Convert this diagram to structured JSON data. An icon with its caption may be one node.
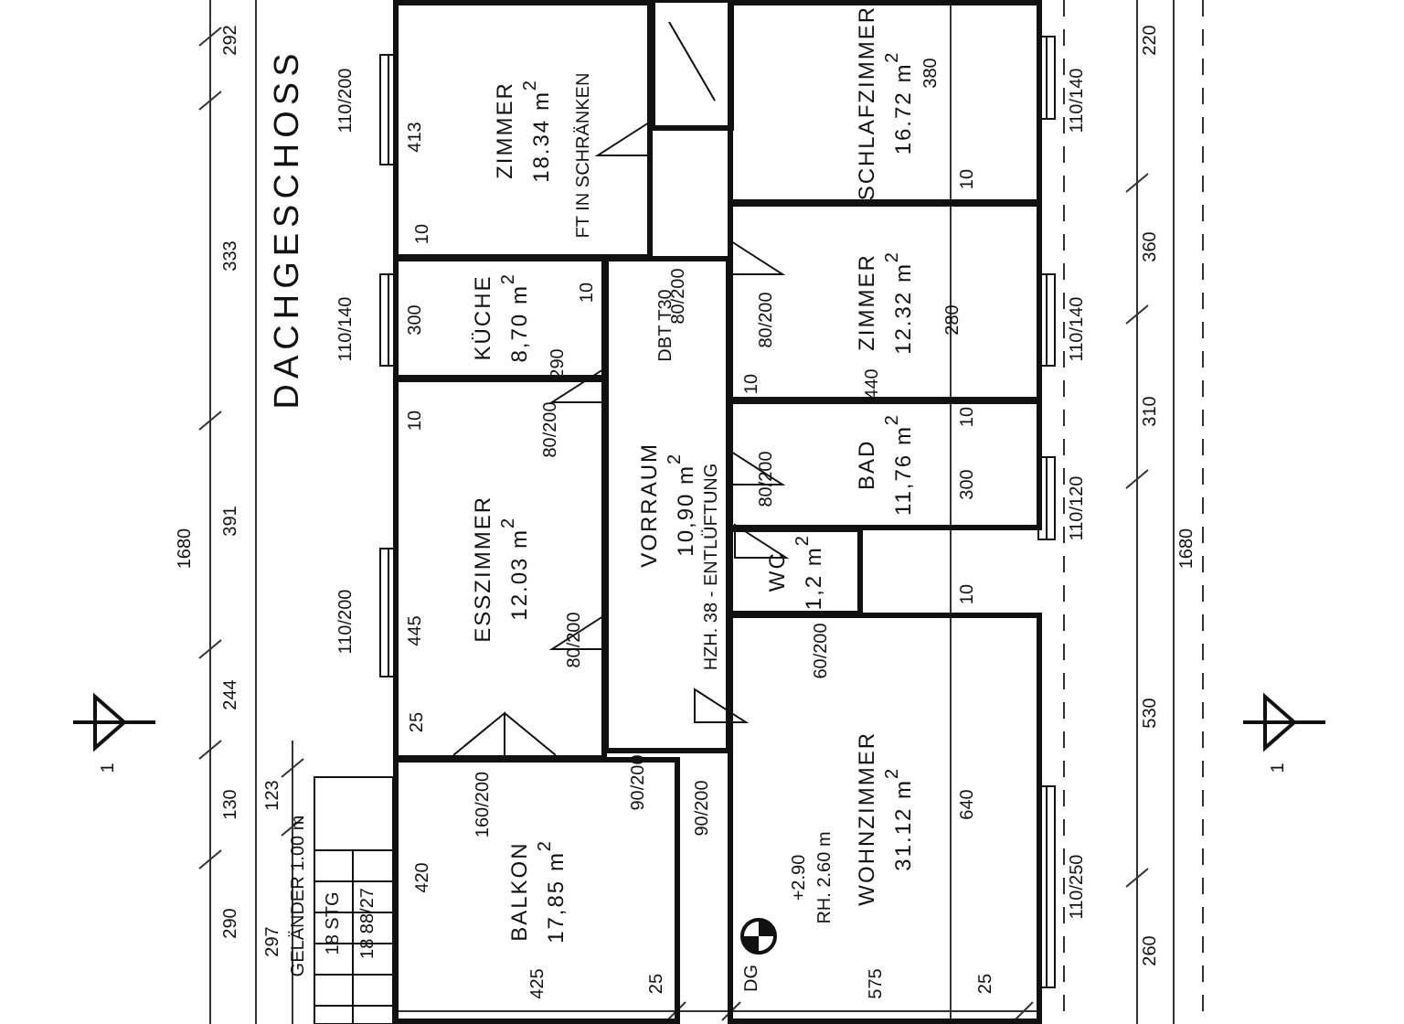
{
  "diagram": {
    "title": "DACHGESCHOSS",
    "nodes": [
      {
        "text": [
          "ZIMMER",
          "18.34 m$^{2}$"
        ]
      },
      {
        "text": [
          "SCHLAFZIMMER",
          "16.72 m$^{2}$"
        ]
      },
      {
        "text": [
          "KÜCHE",
          "8,70 m$^{2}$"
        ]
      },
      {
        "text": [
          "ZIMMER",
          "12.32 m$^{2}$"
        ]
      },
      {
        "text": [
          "VORRAUM",
          "10,90 m$^{2}$"
        ]
      },
      {
        "text": [
          "BAD",
          "11,76 m$^{2}$"
        ]
      },
      {
        "text": [
          "ESSZIMMER",
          "12.03 m$^{2}$"
        ]
      },
      {
        "text": [
          "WC",
          "1,2 m$^{2}$"
        ]
      },
      {
        "text": [
          "WOHNZIMMER",
          "31.12 m$^{2}$"
        ]
      },
      {
        "text": [
          "BALKON",
          "17,85 m$^{2}$"
        ]
      }
    ],
    "labels": [
      "292",
      "333",
      "391",
      "1680",
      "244",
      "130",
      "290",
      "297",
      "123",
      "GELÄNDER 1.00 m",
      "18 STG",
      "18 88/27",
      "413",
      "110/200",
      "300",
      "10",
      "110/140",
      "290",
      "10",
      "10",
      "80/200",
      "110/200",
      "445",
      "25",
      "420",
      "160/200",
      "90/200",
      "80/200",
      "FT IN SCHRÄNKEN",
      "DBT T30",
      "80/200",
      "80/200",
      "80/200",
      "60/200",
      "HZH. 38 - ENTLÜFTUNG",
      "90/200",
      "380",
      "10",
      "280",
      "440",
      "10",
      "10",
      "300",
      "10",
      "640",
      "+2.90",
      "RH. 2.60 m",
      "425",
      "25",
      "DG",
      "575",
      "25",
      "110/140",
      "110/140",
      "110/120",
      "110/250",
      "220",
      "360",
      "310",
      "1680",
      "530",
      "260",
      "1",
      "1"
    ]
  }
}
